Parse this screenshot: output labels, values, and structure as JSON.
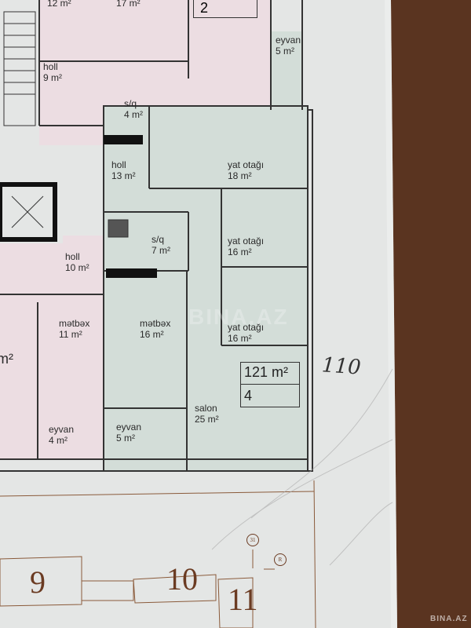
{
  "plan": {
    "apartment_total_area": "121 m²",
    "apartment_rooms": "4",
    "adjacent_apartment_number": "2",
    "handwritten_note": "110",
    "rooms": [
      {
        "name": "",
        "area": "12 m²"
      },
      {
        "name": "",
        "area": "17 m²"
      },
      {
        "name": "eyvan",
        "area": "5 m²"
      },
      {
        "name": "holl",
        "area": "9 m²"
      },
      {
        "name": "s/q",
        "area": "4 m²"
      },
      {
        "name": "holl",
        "area": "13 m²"
      },
      {
        "name": "yat otağı",
        "area": "18 m²"
      },
      {
        "name": "s/q",
        "area": "7 m²"
      },
      {
        "name": "yat otağı",
        "area": "16 m²"
      },
      {
        "name": "holl",
        "area": "10 m²"
      },
      {
        "name": "mətbəx",
        "area": "11 m²"
      },
      {
        "name": "mətbəx",
        "area": "16 m²"
      },
      {
        "name": "yat otağı",
        "area": "16 m²"
      },
      {
        "name": "salon",
        "area": "25 m²"
      },
      {
        "name": "eyvan",
        "area": "4 m²"
      },
      {
        "name": "eyvan",
        "area": "5 m²"
      }
    ],
    "partial_label": "m²"
  },
  "site_plan": {
    "blocks": [
      "9",
      "10",
      "11"
    ],
    "markers": [
      "31",
      "R"
    ]
  },
  "watermark": "BINA.AZ",
  "colors": {
    "paper": "#e6e8e7",
    "pink": "#ecdde2",
    "green": "#d3ddd8",
    "wall": "#333333",
    "wood": "#5a3420",
    "brown_text": "#6b3b22"
  }
}
